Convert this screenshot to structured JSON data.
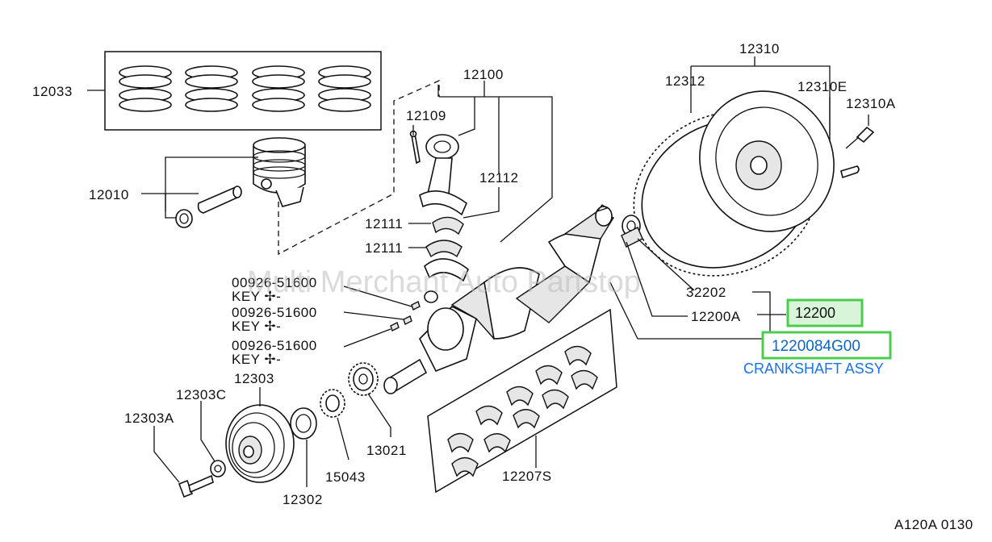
{
  "watermark": "Multi Merchant Auto Partstop",
  "diagram_code": "A120A 0130",
  "colors": {
    "highlight_border": "#4ccc4c",
    "highlight_fill": "#d9f5d9",
    "part_number_text": "#0a66c2",
    "description_text": "#1a73e8"
  },
  "highlighted": {
    "ref_code": "12200",
    "part_number": "1220084G00",
    "description": "CRANKSHAFT ASSY"
  },
  "labels": {
    "l12033": "12033",
    "l12010": "12010",
    "l12100": "12100",
    "l12109": "12109",
    "l12112": "12112",
    "l12111a": "12111",
    "l12111b": "12111",
    "l12310": "12310",
    "l12312": "12312",
    "l12310E": "12310E",
    "l12310A": "12310A",
    "l32202": "32202",
    "l12200A": "12200A",
    "key1_num": "00926-51600",
    "key1_name": "KEY ✢-",
    "key2_num": "00926-51600",
    "key2_name": "KEY ✢-",
    "key3_num": "00926-51600",
    "key3_name": "KEY ✢-",
    "l12303": "12303",
    "l12303C": "12303C",
    "l12303A": "12303A",
    "l12302": "12302",
    "l15043": "15043",
    "l13021": "13021",
    "l12207S": "12207S"
  }
}
